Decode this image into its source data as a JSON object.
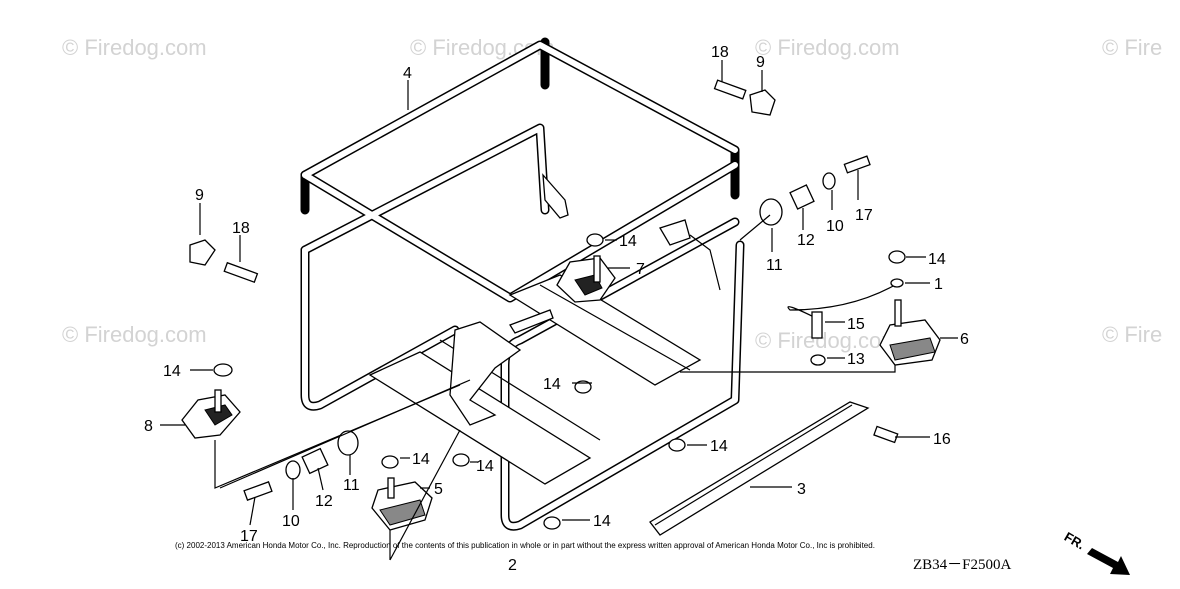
{
  "watermarks": [
    "© Firedog.com",
    "© Firedog.com",
    "© Firedog.com",
    "© Fire",
    "© Firedog.com",
    "© Firedog.com",
    "© Fire"
  ],
  "callouts": [
    {
      "id": "1",
      "label": "1"
    },
    {
      "id": "3",
      "label": "3"
    },
    {
      "id": "4",
      "label": "4"
    },
    {
      "id": "5",
      "label": "5"
    },
    {
      "id": "6",
      "label": "6"
    },
    {
      "id": "7",
      "label": "7"
    },
    {
      "id": "8",
      "label": "8"
    },
    {
      "id": "9a",
      "label": "9"
    },
    {
      "id": "9b",
      "label": "9"
    },
    {
      "id": "10a",
      "label": "10"
    },
    {
      "id": "10b",
      "label": "10"
    },
    {
      "id": "11a",
      "label": "11"
    },
    {
      "id": "11b",
      "label": "11"
    },
    {
      "id": "12a",
      "label": "12"
    },
    {
      "id": "12b",
      "label": "12"
    },
    {
      "id": "13",
      "label": "13"
    },
    {
      "id": "14a",
      "label": "14"
    },
    {
      "id": "14b",
      "label": "14"
    },
    {
      "id": "14c",
      "label": "14"
    },
    {
      "id": "14d",
      "label": "14"
    },
    {
      "id": "14e",
      "label": "14"
    },
    {
      "id": "14f",
      "label": "14"
    },
    {
      "id": "14g",
      "label": "14"
    },
    {
      "id": "14h",
      "label": "14"
    },
    {
      "id": "15",
      "label": "15"
    },
    {
      "id": "16",
      "label": "16"
    },
    {
      "id": "17a",
      "label": "17"
    },
    {
      "id": "17b",
      "label": "17"
    },
    {
      "id": "18a",
      "label": "18"
    },
    {
      "id": "18b",
      "label": "18"
    },
    {
      "id": "2",
      "label": "2"
    }
  ],
  "copyright": "(c) 2002-2013 American Honda Motor Co., Inc. Reproduction of the contents of this publication in whole or in part without the express written approval of American Honda Motor Co., Inc is prohibited.",
  "diagram_code": "ZB34－F2500A",
  "front_label": "FR.",
  "icons": {
    "front_arrow": "arrow-right-down-icon"
  }
}
